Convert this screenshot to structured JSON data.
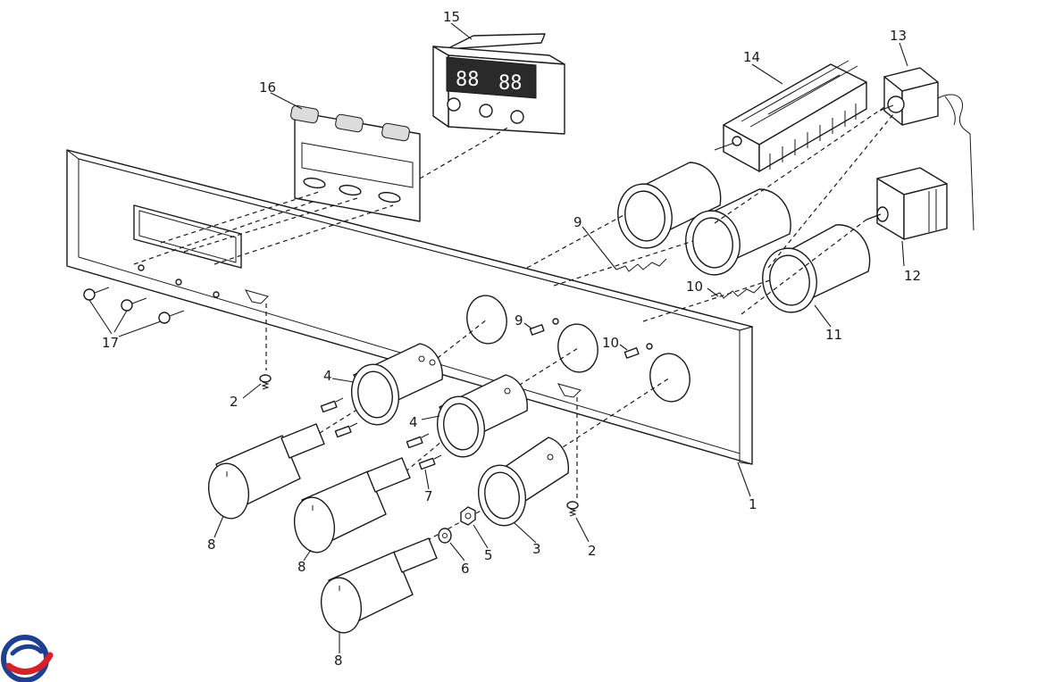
{
  "diagram": {
    "callouts": [
      {
        "id": "c1",
        "text": "1"
      },
      {
        "id": "c2a",
        "text": "2"
      },
      {
        "id": "c2b",
        "text": "2"
      },
      {
        "id": "c3",
        "text": "3"
      },
      {
        "id": "c4a",
        "text": "4"
      },
      {
        "id": "c4b",
        "text": "4"
      },
      {
        "id": "c5",
        "text": "5"
      },
      {
        "id": "c6",
        "text": "6"
      },
      {
        "id": "c7",
        "text": "7"
      },
      {
        "id": "c8a",
        "text": "8"
      },
      {
        "id": "c8b",
        "text": "8"
      },
      {
        "id": "c8c",
        "text": "8"
      },
      {
        "id": "c9a",
        "text": "9"
      },
      {
        "id": "c9b",
        "text": "9"
      },
      {
        "id": "c10a",
        "text": "10"
      },
      {
        "id": "c10b",
        "text": "10"
      },
      {
        "id": "c11",
        "text": "11"
      },
      {
        "id": "c12",
        "text": "12"
      },
      {
        "id": "c13",
        "text": "13"
      },
      {
        "id": "c14",
        "text": "14"
      },
      {
        "id": "c15",
        "text": "15"
      },
      {
        "id": "c16",
        "text": "16"
      },
      {
        "id": "c17",
        "text": "17"
      }
    ],
    "timer_display": {
      "left_digits": "88",
      "right_digits": "88"
    }
  },
  "logo": {
    "colors": {
      "blue": "#1f3f8f",
      "red": "#d6202a"
    }
  }
}
